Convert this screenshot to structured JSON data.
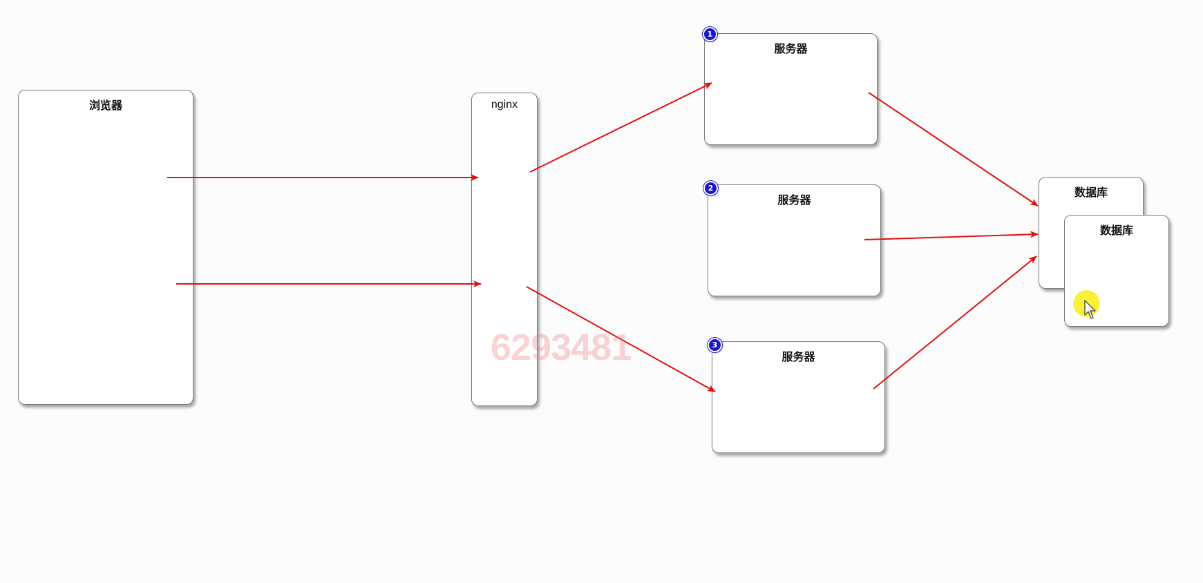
{
  "diagram": {
    "nodes": {
      "browser": {
        "label": "浏览器"
      },
      "nginx": {
        "label": "nginx"
      },
      "server1": {
        "label": "服务器",
        "badge": "1"
      },
      "server2": {
        "label": "服务器",
        "badge": "2"
      },
      "server3": {
        "label": "服务器",
        "badge": "3"
      },
      "database_back": {
        "label": "数据库"
      },
      "database_front": {
        "label": "数据库"
      }
    },
    "edges": [
      {
        "from": "browser",
        "to": "nginx"
      },
      {
        "from": "browser",
        "to": "nginx"
      },
      {
        "from": "nginx",
        "to": "server1"
      },
      {
        "from": "nginx",
        "to": "server3"
      },
      {
        "from": "server1",
        "to": "database"
      },
      {
        "from": "server2",
        "to": "database"
      },
      {
        "from": "server3",
        "to": "database"
      }
    ],
    "arrow_color": "#e01010",
    "badge_color": "#1a17c6"
  },
  "watermark": "6293481",
  "cursor": {
    "icon": "pointer-cursor-icon",
    "highlight_color": "#faf028"
  }
}
